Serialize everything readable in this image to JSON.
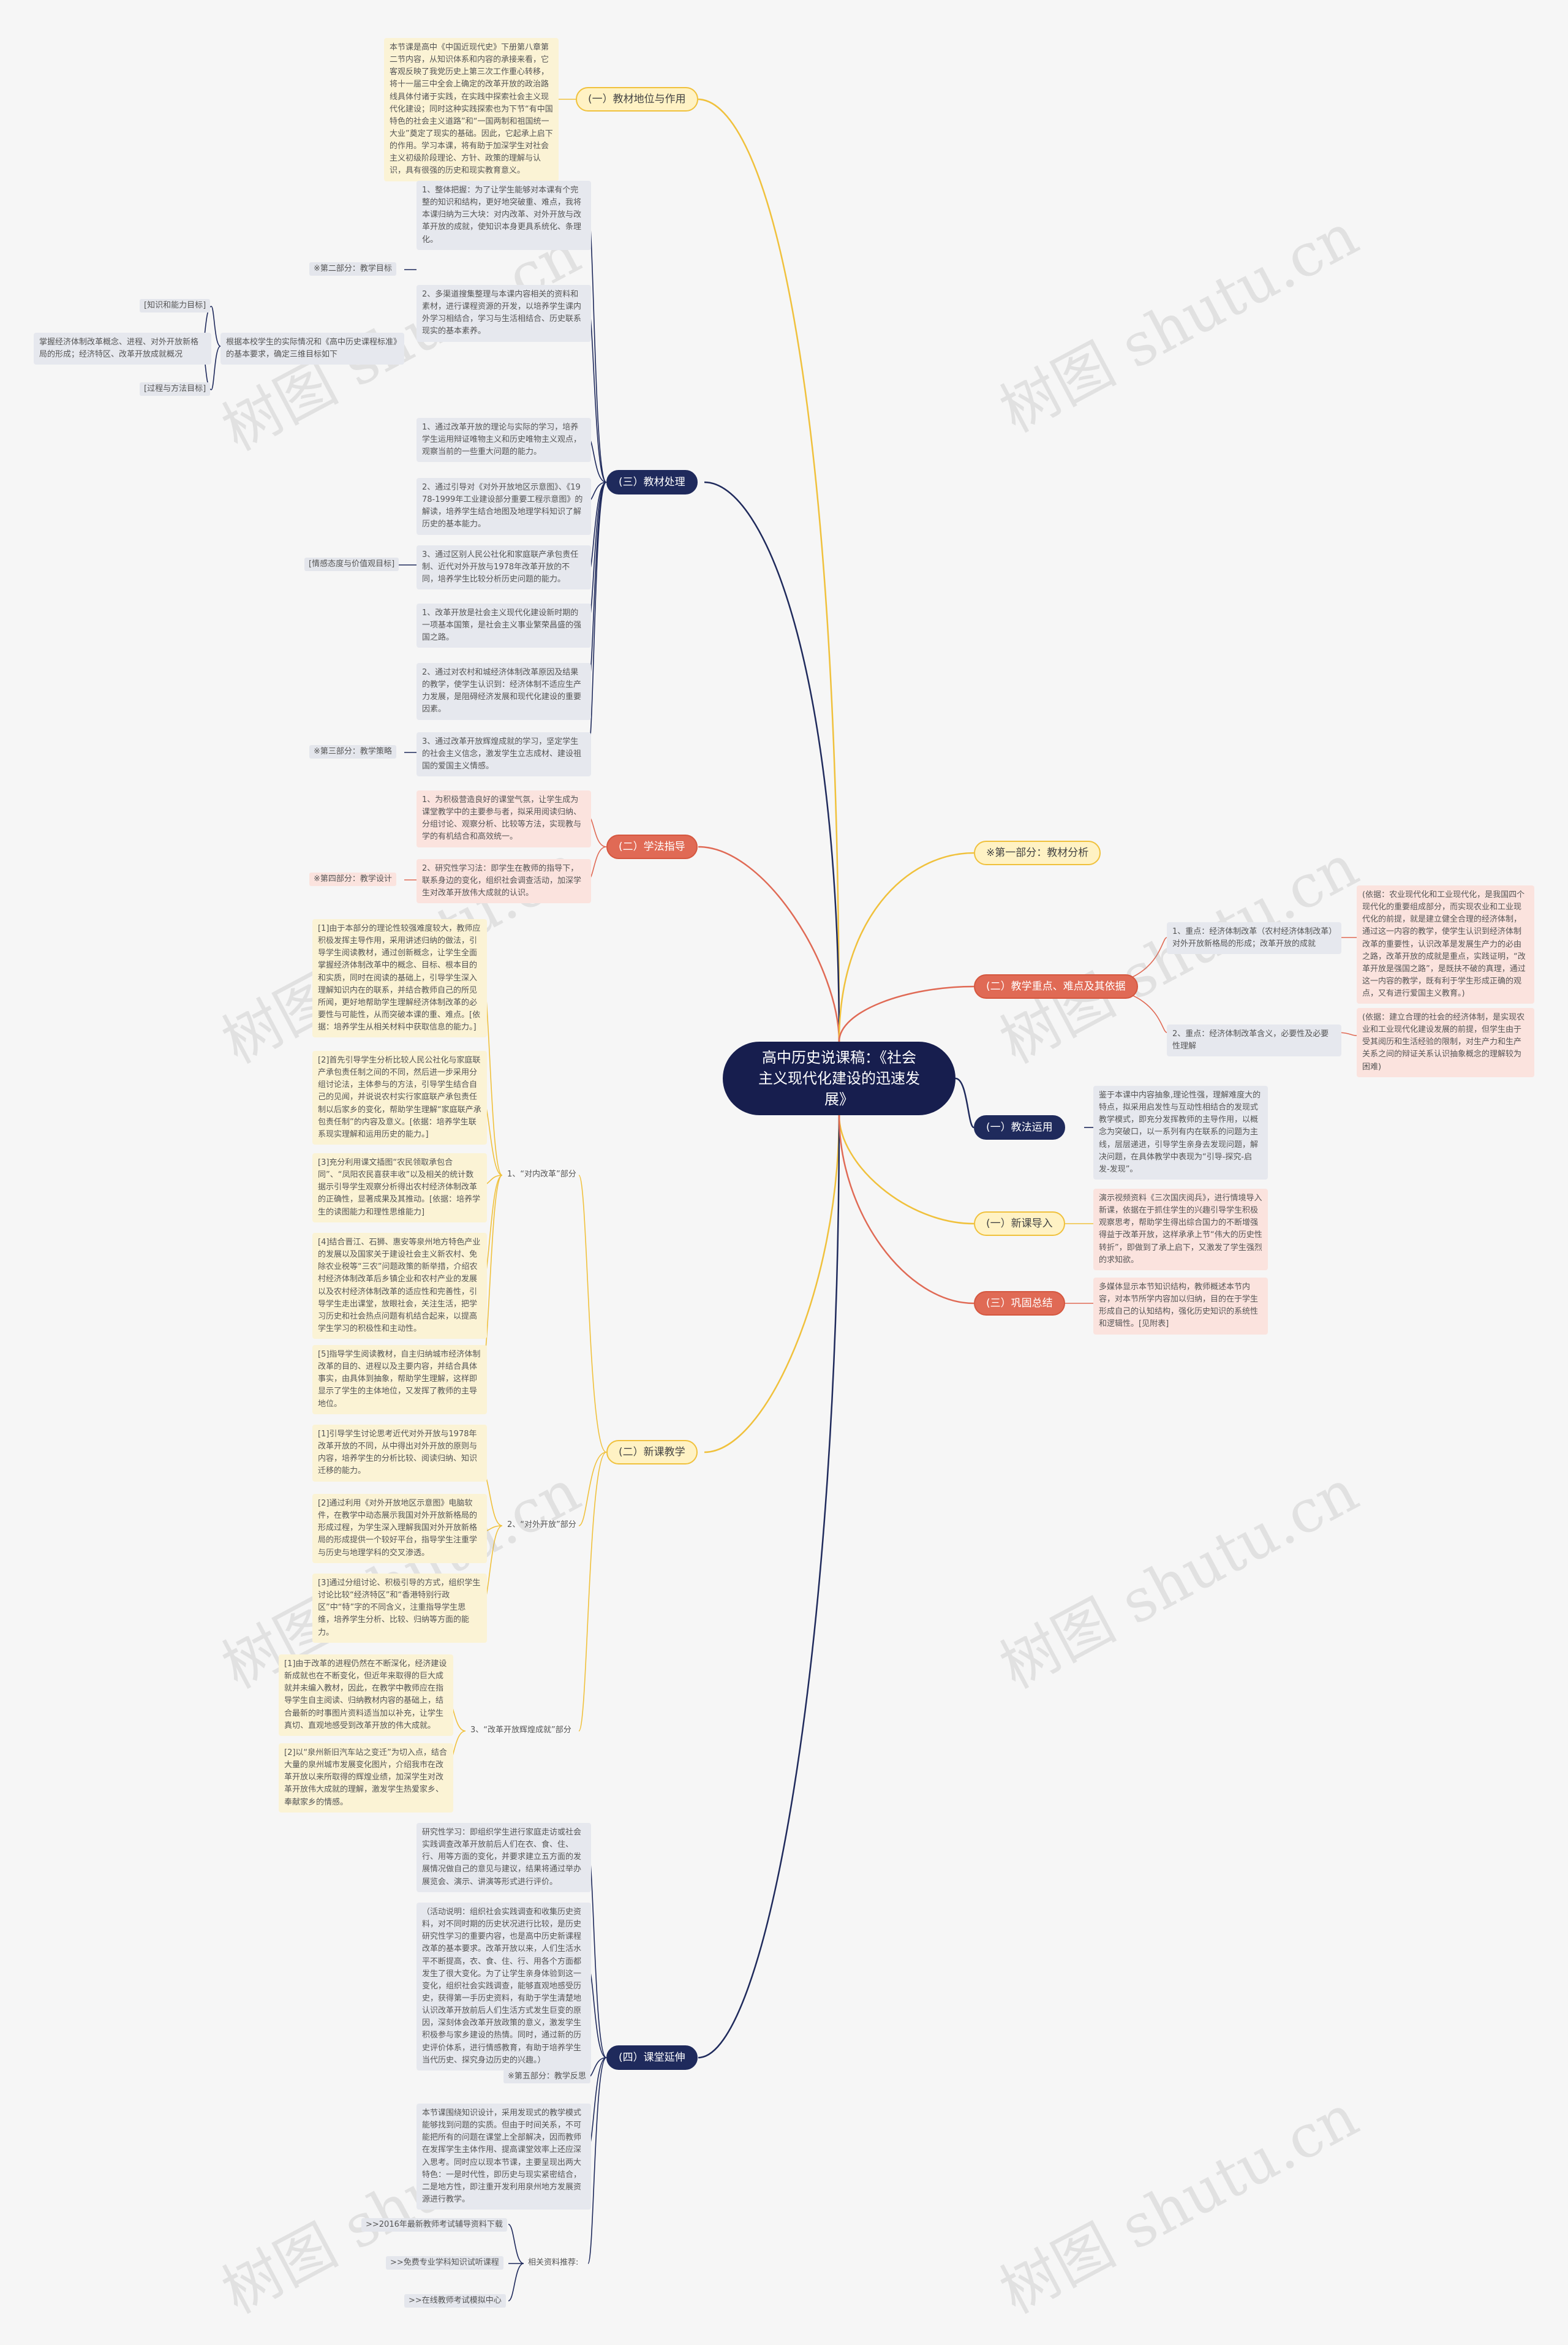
{
  "root": {
    "title": "高中历史说课稿：《社会主义现代化建设的迅速发展》"
  },
  "colors": {
    "yellow": "#f0c13c",
    "navy": "#1f2a5c",
    "red": "#e06a55",
    "root": "#171e4e"
  },
  "branches": {
    "b1": "(一）教材地位与作用",
    "b2": "(三）教材处理",
    "b3": "(二）学法指导",
    "b4": "(二）新课教学",
    "b5": "(四）课堂延伸",
    "r1": "※第一部分：教材分析",
    "r2": "(二）教学重点、难点及其依据",
    "r3": "(一）教法运用",
    "r4": "(一）新课导入",
    "r5": "(三）巩固总结"
  },
  "nodes": {
    "n1": "本节课是高中《中国近现代史》下册第八章第二节内容，从知识体系和内容的承接来看，它客观反映了我党历史上第三次工作重心转移，将十一届三中全会上确定的改革开放的政治路线具体付诸于实践，在实践中探索社会主义现代化建设；同时这种实践探索也为下节“有中国特色的社会主义道路”和“一国两制和祖国统一大业”奠定了现实的基础。因此，它起承上启下的作用。学习本课，将有助于加深学生对社会主义初级阶段理论、方针、政策的理解与认识，具有很强的历史和现实教育意义。",
    "n2": "1、整体把握：为了让学生能够对本课有个完整的知识和结构，更好地突破重、难点，我将本课归纳为三大块：对内改革、对外开放与改革开放的成就，使知识本身更具系统化、条理化。",
    "n3": "※第二部分：教学目标",
    "n4": "2、多渠道搜集整理与本课内容相关的资料和素材，进行课程资源的开发，以培养学生课内外学习相结合，学习与生活相结合、历史联系现实的基本素养。",
    "n5": "[知识和能力目标]",
    "n6": "掌握经济体制改革概念、进程、对外开放新格局的形成；经济特区、改革开放成就概况",
    "n7": "根据本校学生的实际情况和《高中历史课程标准》的基本要求，确定三维目标如下",
    "n8": "[过程与方法目标]",
    "n9": "1、通过改革开放的理论与实际的学习，培养学生运用辩证唯物主义和历史唯物主义观点，观察当前的一些重大问题的能力。",
    "n10": "2、通过引导对《对外开放地区示意图》、《1978-1999年工业建设部分重要工程示意图》的解读，培养学生结合地图及地理学科知识了解历史的基本能力。",
    "n11": "[情感态度与价值观目标]",
    "n12": "3、通过区别人民公社化和家庭联产承包责任制、近代对外开放与1978年改革开放的不同，培养学生比较分析历史问题的能力。",
    "n13": "1、改革开放是社会主义现代化建设新时期的一项基本国策，是社会主义事业繁荣昌盛的强国之路。",
    "n14": "2、通过对农村和城经济体制改革原因及结果的教学，使学生认识到：经济体制不适应生产力发展，是阻碍经济发展和现代化建设的重要因素。",
    "n15": "※第三部分：教学策略",
    "n16": "3、通过改革开放辉煌成就的学习，坚定学生的社会主义信念，激发学生立志成材、建设祖国的爱国主义情感。",
    "n17": "1、为积极营造良好的课堂气氛，让学生成为课堂教学中的主要参与者，拟采用阅读归纳、分组讨论、观察分析、比较等方法，实现教与学的有机结合和高效统一。",
    "n18": "※第四部分：教学设计",
    "n19": "2、研究性学习法：即学生在教师的指导下，联系身边的变化，组织社会调查活动，加深学生对改革开放伟大成就的认识。",
    "n20": "[1]由于本部分的理论性较强难度较大，教师应积极发挥主导作用，采用讲述归纳的做法，引导学生阅读教材，通过创新概念，让学生全面掌握经济体制改革中的概念、目标、根本目的和实质，同时在阅读的基础上，引导学生深入理解知识内在的联系，并结合教师自己的所见所闻，更好地帮助学生理解经济体制改革的必要性与可能性，从而突破本课的重、难点。[依据：培养学生从相关材料中获取信息的能力。]",
    "n21": "[2]首先引导学生分析比较人民公社化与家庭联产承包责任制之间的不同，然后进一步采用分组讨论法，主体参与的方法，引导学生结合自己的见闻，并说说农村实行家庭联产承包责任制以后家乡的变化，帮助学生理解“家庭联产承包责任制”的内容及意义。[依据：培养学生联系现实理解和运用历史的能力。]",
    "n22": "[3]充分利用课文插图“农民领取承包合同”、“凤阳农民喜获丰收”以及相关的统计数据示引导学生观察分析得出农村经济体制改革的正确性，显著成果及其推动。[依据：培养学生的读图能力和理性思维能力]",
    "n23": "[4]结合晋江、石狮、惠安等泉州地方特色产业的发展以及国家关于建设社会主义新农村、免除农业税等“三农”问题政策的新举措，介绍农村经济体制改革后乡镇企业和农村产业的发展以及农村经济体制改革的适应性和完善性，引导学生走出课堂，放眼社会，关注生活，把学习历史和社会热点问题有机结合起来，以提高学生学习的积极性和主动性。",
    "n24": "[5]指导学生阅读教材，自主归纳城市经济体制改革的目的、进程以及主要内容，并结合具体事实，由具体到抽象，帮助学生理解，这样即显示了学生的主体地位，又发挥了教师的主导地位。",
    "n25": "1、“对内改革”部分",
    "n26": "[1]引导学生讨论思考近代对外开放与1978年改革开放的不同，从中得出对外开放的原则与内容，培养学生的分析比较、阅读归纳、知识迁移的能力。",
    "n27": "[2]通过利用《对外开放地区示意图》电脑软件，在教学中动态展示我国对外开放新格局的形成过程，为学生深入理解我国对外开放新格局的形成提供一个较好平台，指导学生注重学与历史与地理学科的交叉渗透。",
    "n28": "2、“对外开放”部分",
    "n29": "[3]通过分组讨论、积极引导的方式，组织学生讨论比较“经济特区”和“香港特别行政区”中“特”字的不同含义，注重指导学生思维，培养学生分析、比较、归纳等方面的能力。",
    "n30": "[1]由于改革的进程仍然在不断深化，经济建设新成就也在不断变化，但近年来取得的巨大成就并未编入教材，因此，在教学中教师应在指导学生自主阅读、归纳教材内容的基础上，结合最新的时事图片资料适当加以补充，让学生真切、直观地感受到改革开放的伟大成就。",
    "n31": "3、“改革开放辉煌成就”部分",
    "n32": "[2]以“泉州新旧汽车站之变迁”为切入点，结合大量的泉州城市发展变化图片，介绍我市在改革开放以来所取得的辉煌业绩，加深学生对改革开放伟大成就的理解，激发学生热爱家乡、奉献家乡的情感。",
    "n33": "研究性学习：即组织学生进行家庭走访或社会实践调查改革开放前后人们在衣、食、住、行、用等方面的变化，并要求建立五方面的发展情况做自己的意见与建议，结果将通过举办展览会、演示、讲演等形式进行评价。",
    "n34": "（活动说明：组织社会实践调查和收集历史资料，对不同时期的历史状况进行比较，是历史研究性学习的重要内容，也是高中历史新课程改革的基本要求。改革开放以来，人们生活水平不断提高，衣、食、住、行、用各个方面都发生了很大变化。为了让学生亲身体验到这一变化，组织社会实践调查，能够直观地感受历史，获得第一手历史资料，有助于学生清楚地认识改革开放前后人们生活方式发生巨变的原因，深刻体会改革开放政策的意义，激发学生积极参与家乡建设的热情。同时，通过新的历史评价体系，进行情感教育，有助于培养学生当代历史、探究身边历史的兴趣。）",
    "n35": "※第五部分：教学反思",
    "n36": "本节课围绕知识设计，采用发现式的教学模式能够找到问题的实质。但由于时间关系，不可能把所有的问题在课堂上全部解决，因而教师在发挥学生主体作用、提高课堂效率上还应深入思考。同时应以现本节课，主要呈现出两大特色：一是时代性，即历史与现实紧密结合，二是地方性，即注重开发利用泉州地方发展资源进行教学。",
    "n37": ">>2016年最新教师考试辅导资料下载",
    "n38": ">>免费专业学科知识试听课程",
    "n39": "相关资料推荐:",
    "n40": ">>在线教师考试模拟中心",
    "n41": "1、重点：经济体制改革（农村经济体制改革）对外开放新格局的形成；改革开放的成就",
    "n42": "(依据：农业现代化和工业现代化，是我国四个现代化的重要组成部分，而实现农业和工业现代化的前提，就是建立健全合理的经济体制，通过这一内容的教学，使学生认识到经济体制改革的重要性，认识改革是发展生产力的必由之路，改革开放的成就是重点，实践证明，“改革开放是强国之路”，是既扶不破的真理，通过这一内容的教学，既有利于学生形成正确的观点，又有进行爱国主义教育。)",
    "n43": "2、重点：经济体制改革含义，必要性及必要性理解",
    "n44": "(依据：建立合理的社会的经济体制，是实现农业和工业现代化建设发展的前提，但学生由于受其阅历和生活经验的限制，对生产力和生产关系之间的辩证关系认识抽象概念的理解较为困难)",
    "n45": "鉴于本课中内容抽象,理论性强，理解难度大的特点，拟采用启发性与互动性相结合的发现式教学模式，即充分发挥教师的主导作用，以概念为突破口，以一系列有内在联系的问题为主线，层层递进，引导学生亲身去发现问题，解决问题，在具体教学中表现为“引导-探究-启发-发现”。",
    "n46": "演示视频资料《三次国庆阅兵》，进行情境导入新课，依据在于抓住学生的兴趣引导学生积极观察思考，帮助学生得出综合国力的不断增强得益于改革开放，这样承承上节“伟大的历史性转折”，即做到了承上启下，又激发了学生强烈的求知欲。",
    "n47": "多媒体显示本节知识结构，教师概述本节内容，对本节所学内容加以归纳，目的在于学生形成自己的认知结构，强化历史知识的系统性和逻辑性。[见附表]"
  },
  "watermark": "树图 shutu.cn"
}
